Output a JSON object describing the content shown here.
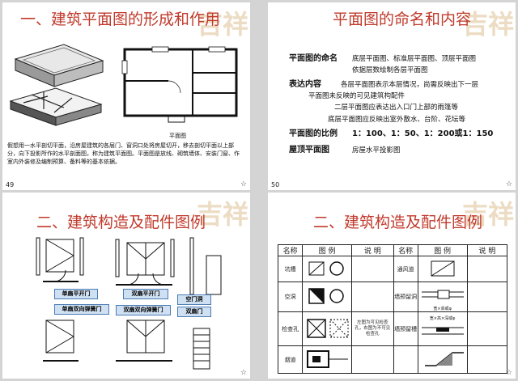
{
  "slide1": {
    "title": "一、建筑平面图的形成和作用",
    "plan_caption": "平面图",
    "description": "假想用一水平剖切平面，沿房屋建筑的各层门、窗洞口处将房屋切开，移去剖切平面以上部分，向下投影所作的水平剖面图，称为建筑平面图。平面图是放线、砌筑墙体、安装门窗、作室内外装修及编制预算、备料等的基本依据。",
    "page": "49"
  },
  "slide2": {
    "title": "平面图的命名和内容",
    "rows": [
      {
        "label": "平面图的命名",
        "text": "底层平面图、标准层平面图、顶层平面图"
      },
      {
        "label": "",
        "text": "依据层数绘制各层平面图"
      },
      {
        "label": "表达内容",
        "text": "各层平面图表示本层情况，尚需反映出下一层"
      },
      {
        "label": "",
        "text": "平面图未反映的可见建筑构配件"
      },
      {
        "label": "",
        "text": "二层平面图应表达出入口门上部的雨篷等"
      },
      {
        "label": "",
        "text": "底层平面图应反映出室外散水、台阶、花坛等"
      },
      {
        "label": "平面图的比例",
        "text": "1：100、1：50、1：200或1：150"
      },
      {
        "label": "屋顶平面图",
        "text": "房屋水平投影图"
      }
    ],
    "page": "50"
  },
  "slide3": {
    "title": "二、建筑构造及配件图例",
    "labels": [
      "单扇平开门",
      "双扇平开门",
      "空门洞",
      "单扇双向弹簧门",
      "双扇双向弹簧门",
      "双扇门"
    ]
  },
  "slide4": {
    "title": "二、建筑构造及配件图例",
    "headers": [
      "名称",
      "图  例",
      "说  明",
      "名称",
      "图  例",
      "说  明"
    ],
    "row_names": [
      "坑槽",
      "空洞",
      "检查孔",
      "烟道"
    ],
    "right_names": [
      "通风道",
      "墙预留洞",
      "墙预留槽",
      ""
    ],
    "note": "左图为可见检查孔，右图为不可见检查孔",
    "small_labels": [
      "宽×高或φ",
      "宽×高×深或φ"
    ]
  }
}
